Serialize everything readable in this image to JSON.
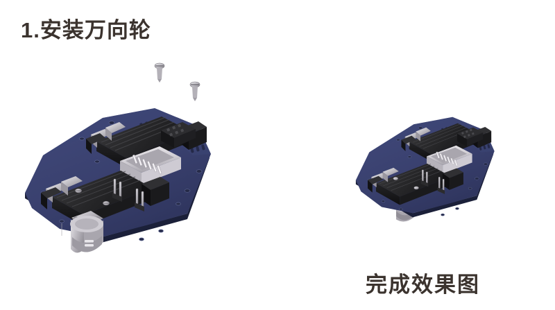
{
  "document": {
    "type": "assembly-instruction-sheet",
    "background_color": "#ffffff"
  },
  "step": {
    "number": "1.",
    "title": "1.安装万向轮",
    "title_color": "#3b332e"
  },
  "result": {
    "caption": "完成效果图",
    "caption_color": "#3b332e",
    "frame_shape": "circle",
    "frame_stroke_color": "#8d8a88"
  },
  "illustration": {
    "left": {
      "name": "exploded-assembly-view",
      "alt": "机器人底盘爆炸图：蓝色底板、两个黑色电池盒、白色排针连接器、螺丝与万向轮",
      "parts": [
        {
          "id": "chassis-plate",
          "label": "底板",
          "color": "#39406e"
        },
        {
          "id": "battery-holder-upper",
          "label": "电池盒",
          "color": "#2b2b2d"
        },
        {
          "id": "battery-holder-lower",
          "label": "电池盒",
          "color": "#2b2b2d"
        },
        {
          "id": "idc-header",
          "label": "排线座",
          "color": "#d8d5d9"
        },
        {
          "id": "black-connector",
          "label": "黑色接插件",
          "color": "#232326"
        },
        {
          "id": "screw-a",
          "label": "螺丝",
          "color": "#c9c9cc"
        },
        {
          "id": "screw-b",
          "label": "螺丝",
          "color": "#c9c9cc"
        },
        {
          "id": "caster-wheel",
          "label": "万向轮",
          "color": "#b9b6bb"
        }
      ]
    },
    "right": {
      "name": "completed-assembly-view",
      "alt": "完成后的底盘：万向轮已安装在底板下方",
      "parts": [
        {
          "id": "chassis-plate",
          "label": "底板",
          "color": "#39406e"
        },
        {
          "id": "battery-holder-upper",
          "label": "电池盒",
          "color": "#2b2b2d"
        },
        {
          "id": "battery-holder-lower",
          "label": "电池盒",
          "color": "#2b2b2d"
        },
        {
          "id": "idc-header",
          "label": "排线座",
          "color": "#d8d5d9"
        },
        {
          "id": "black-connector",
          "label": "黑色接插件",
          "color": "#232326"
        },
        {
          "id": "caster-wheel",
          "label": "万向轮",
          "color": "#b9b6bb"
        }
      ]
    }
  },
  "palette": {
    "plate_blue": "#39406e",
    "plate_blue_dark": "#2c3157",
    "plate_edge": "#1e2340",
    "black_part": "#2b2b2d",
    "black_part_dark": "#141416",
    "metal_grey": "#c6c4c8",
    "metal_grey_dark": "#8e8b92",
    "white_connector": "#dedbe0",
    "text_brown": "#3b332e",
    "circle_grey": "#8d8a88"
  }
}
